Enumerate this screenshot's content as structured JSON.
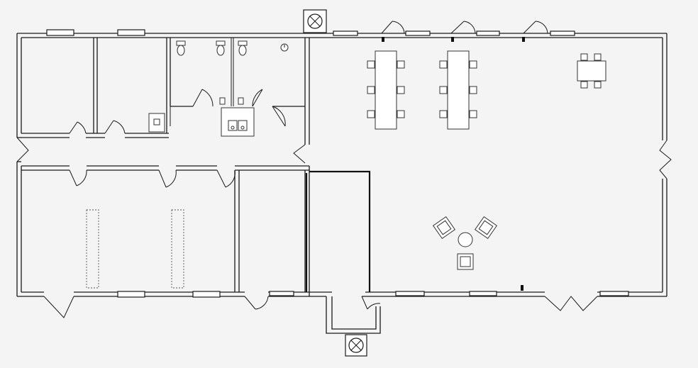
{
  "plan": {
    "background": "#f4f4f4",
    "line_color": "#1a1a1a",
    "fixtures": {
      "toilets": 3,
      "sinks": 2,
      "conference_tables": 2,
      "chairs_per_conference_table": 6,
      "small_table_chairs": 4,
      "lounge_chairs": 3
    },
    "icons": {
      "exhaust_top": "circle-x-icon",
      "exhaust_bottom": "circle-x-icon"
    }
  }
}
